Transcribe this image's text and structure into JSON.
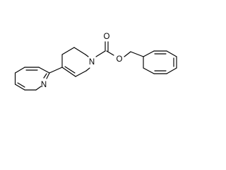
{
  "molecule": {
    "atom_labels": {
      "pyridine_nitrogen": "N",
      "ring_nitrogen": "N",
      "carbonyl_oxygen": "O",
      "ester_oxygen": "O"
    },
    "colors": {
      "bonds": "#000000",
      "labels": "#000000",
      "background": "#ffffff"
    }
  }
}
